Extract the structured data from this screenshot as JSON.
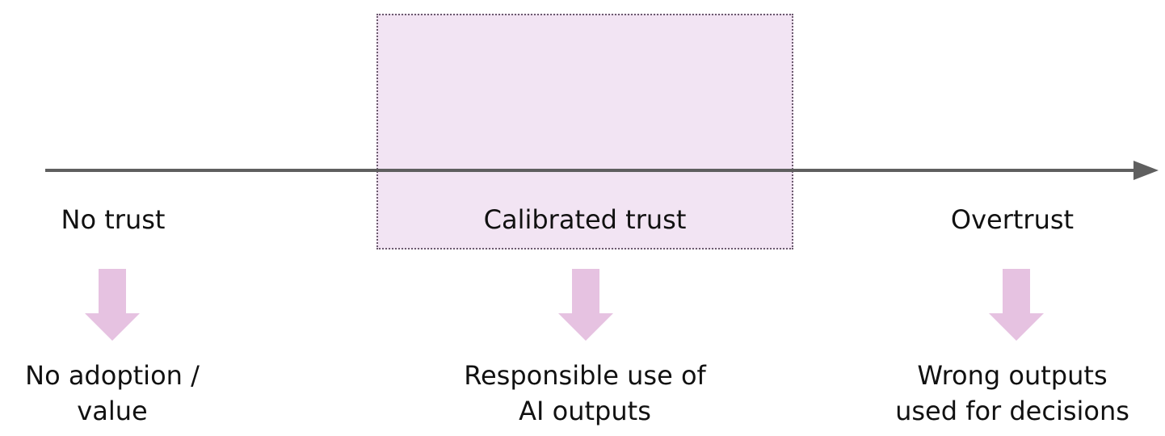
{
  "colors": {
    "zone_fill": "#f2e4f3",
    "zone_border": "#6b5a6e",
    "axis": "#5f5f5f",
    "arrow": "#e6c2e1",
    "text": "#111111"
  },
  "stages": [
    {
      "label": "No trust",
      "outcome_lines": [
        "No adoption /",
        "value"
      ]
    },
    {
      "label": "Calibrated trust",
      "outcome_lines": [
        "Responsible use of",
        "AI outputs"
      ]
    },
    {
      "label": "Overtrust",
      "outcome_lines": [
        "Wrong outputs",
        "used for decisions"
      ]
    }
  ]
}
